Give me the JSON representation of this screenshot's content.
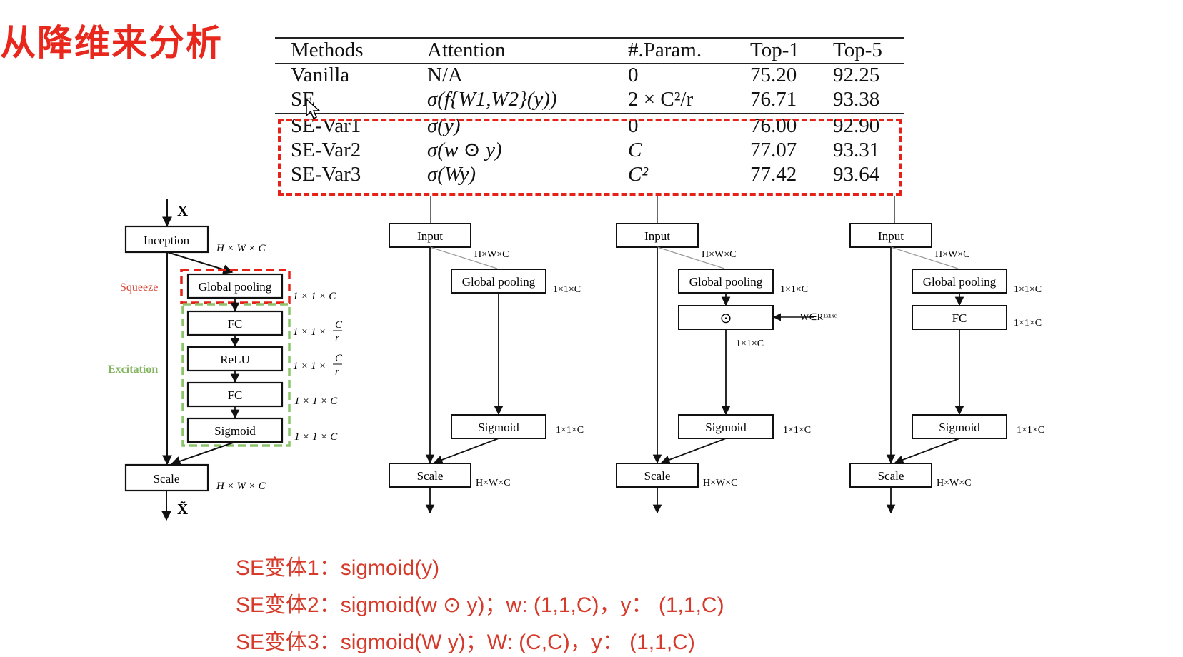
{
  "title": "从降维来分析",
  "table": {
    "headers": [
      "Methods",
      "Attention",
      "#.Param.",
      "Top-1",
      "Top-5"
    ],
    "rows": [
      {
        "method": "Vanilla",
        "attention": "N/A",
        "param": "0",
        "top1": "75.20",
        "top5": "92.25"
      },
      {
        "method": "SE",
        "attention": "σ(f{W1,W2}(y))",
        "param": "2 × C²/r",
        "top1": "76.71",
        "top5": "93.38"
      },
      {
        "method": "SE-Var1",
        "attention": "σ(y)",
        "param": "0",
        "top1": "76.00",
        "top5": "92.90"
      },
      {
        "method": "SE-Var2",
        "attention": "σ(w ⊙ y)",
        "param": "C",
        "top1": "77.07",
        "top5": "93.31"
      },
      {
        "method": "SE-Var3",
        "attention": "σ(Wy)",
        "param": "C²",
        "top1": "77.42",
        "top5": "93.64"
      }
    ]
  },
  "se_block": {
    "input": "X",
    "output": "X̃",
    "inception": "Inception",
    "dim_hwc": "H × W × C",
    "squeeze_label": "Squeeze",
    "excitation_label": "Excitation",
    "global_pooling": "Global pooling",
    "fc": "FC",
    "relu": "ReLU",
    "sigmoid": "Sigmoid",
    "scale": "Scale",
    "dim_11c": "1 × 1 × C",
    "dim_11cr": "1 × 1 ×",
    "frac_num": "C",
    "frac_den": "r"
  },
  "variants": [
    {
      "input": "Input",
      "hwc": "H×W×C",
      "pool": "Global pooling",
      "c11": "1×1×C",
      "sigmoid": "Sigmoid",
      "scale": "Scale"
    },
    {
      "input": "Input",
      "hwc": "H×W×C",
      "pool": "Global pooling",
      "c11": "1×1×C",
      "odot": "⊙",
      "w_label": "W∈R¹ˣ¹ˣᶜ",
      "sigmoid": "Sigmoid",
      "scale": "Scale"
    },
    {
      "input": "Input",
      "hwc": "H×W×C",
      "pool": "Global pooling",
      "c11": "1×1×C",
      "fc": "FC",
      "sigmoid": "Sigmoid",
      "scale": "Scale"
    }
  ],
  "notes": [
    "SE变体1：sigmoid(y)",
    "SE变体2：sigmoid(w ⊙ y)；w: (1,1,C)，y： (1,1,C)",
    "SE变体3：sigmoid(W y)；W: (C,C)，y： (1,1,C)"
  ],
  "colors": {
    "accent_red": "#e62218",
    "green": "#8cc46a",
    "note_red": "#d63a2a"
  }
}
